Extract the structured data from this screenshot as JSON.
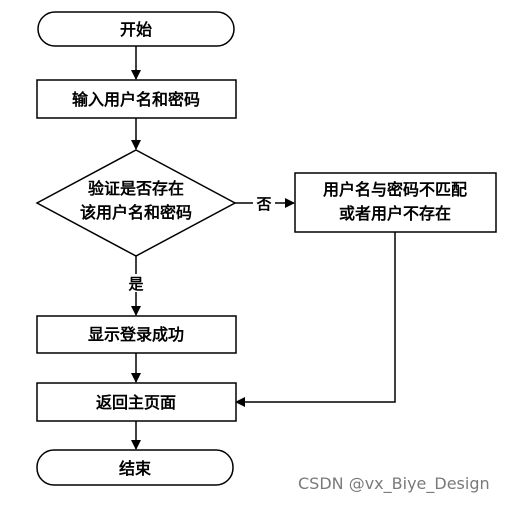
{
  "flowchart": {
    "start": {
      "label": "开始"
    },
    "input": {
      "label": "输入用户名和密码"
    },
    "decision": {
      "line1": "验证是否存在",
      "line2": "该用户名和密码"
    },
    "error": {
      "line1": "用户名与密码不匹配",
      "line2": "或者用户不存在"
    },
    "success": {
      "label": "显示登录成功"
    },
    "return_home": {
      "label": "返回主页面"
    },
    "end": {
      "label": "结束"
    },
    "edge_yes": "是",
    "edge_no": "否"
  },
  "watermark": "CSDN @vx_Biye_Design",
  "colors": {
    "stroke": "#000000",
    "fill": "#ffffff",
    "watermark": "#7a7a7a"
  }
}
